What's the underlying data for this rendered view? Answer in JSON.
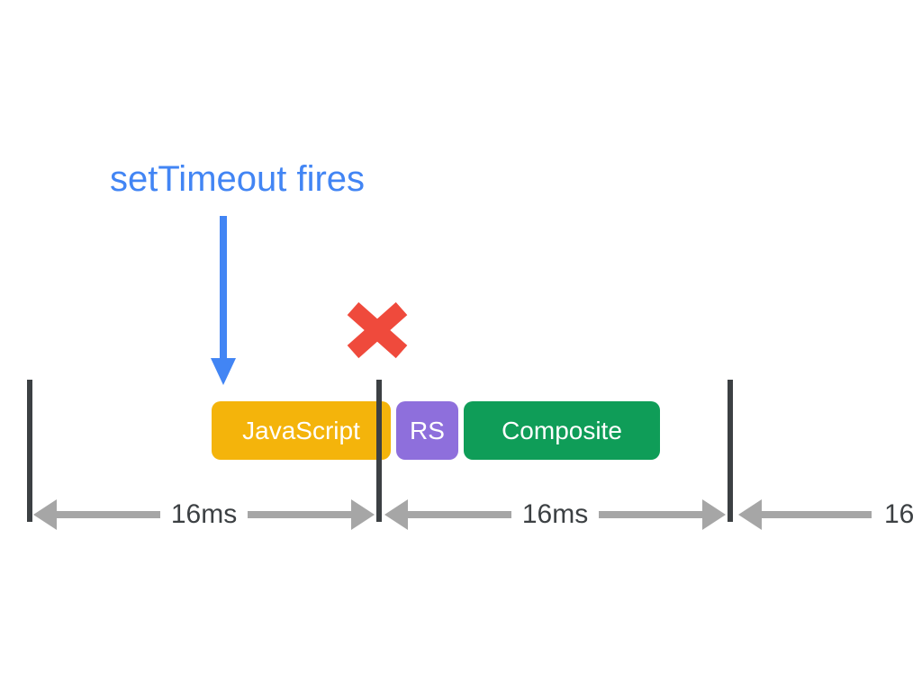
{
  "diagram": {
    "annotation": {
      "label": "setTimeout fires"
    },
    "task_blocks": [
      {
        "id": "javascript",
        "label": "JavaScript"
      },
      {
        "id": "rs",
        "label": "RS"
      },
      {
        "id": "composite",
        "label": "Composite"
      }
    ],
    "frame_intervals": [
      {
        "label": "16ms"
      },
      {
        "label": "16ms"
      },
      {
        "label": "16"
      }
    ]
  },
  "colors": {
    "annotation-blue": "#4285F4",
    "cancel-red": "#EF4A3C",
    "javascript-yellow": "#F4B40B",
    "rs-purple": "#8E6FDC",
    "composite-green": "#0F9D58",
    "arrow-gray": "#A6A6A6",
    "boundary-dark": "#3C4043",
    "interval-text": "#3C4043",
    "block-text": "#FFFFFF",
    "background": "#FFFFFF"
  }
}
